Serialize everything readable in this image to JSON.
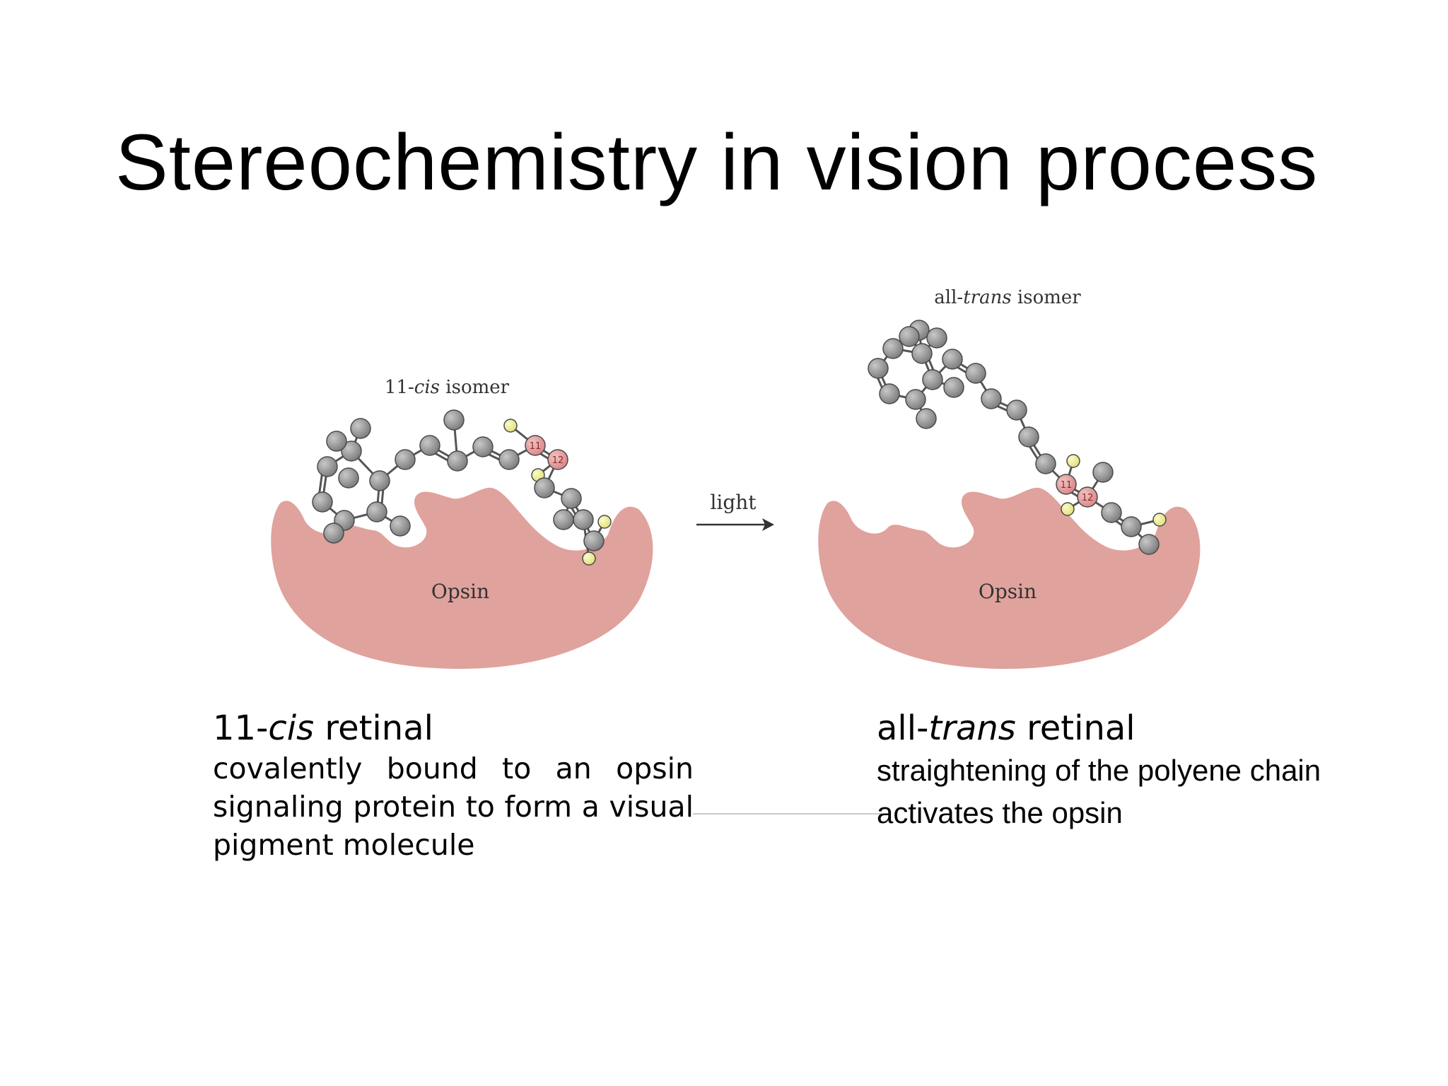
{
  "slide": {
    "title": "Stereochemistry in vision process"
  },
  "figure": {
    "left_panel": {
      "isomer_label": {
        "prefix": "11-",
        "italic": "cis",
        "suffix": " isomer"
      },
      "protein_label": "Opsin",
      "carbon_numbers": [
        "11",
        "12"
      ]
    },
    "arrow_label": "light",
    "right_panel": {
      "isomer_label": {
        "prefix": "all-",
        "italic": "trans",
        "suffix": " isomer"
      },
      "protein_label": "Opsin",
      "carbon_numbers": [
        "11",
        "12"
      ]
    },
    "colors": {
      "protein": "#e0a29d",
      "carbon_atom": "#8c8c8c",
      "atom_outline": "#4a4a4a",
      "hydrogen_atom": "#f0f08a",
      "labeled_carbon": "#e09898"
    }
  },
  "captions": {
    "left": {
      "heading_prefix": "11-",
      "heading_italic": "cis",
      "heading_suffix": " retinal",
      "body": "covalently bound to an opsin signaling protein to form a visual pigment molecule"
    },
    "right": {
      "heading_prefix": "all-",
      "heading_italic": "trans",
      "heading_suffix": " retinal",
      "body": "straightening of the polyene chain activates the opsin"
    }
  }
}
